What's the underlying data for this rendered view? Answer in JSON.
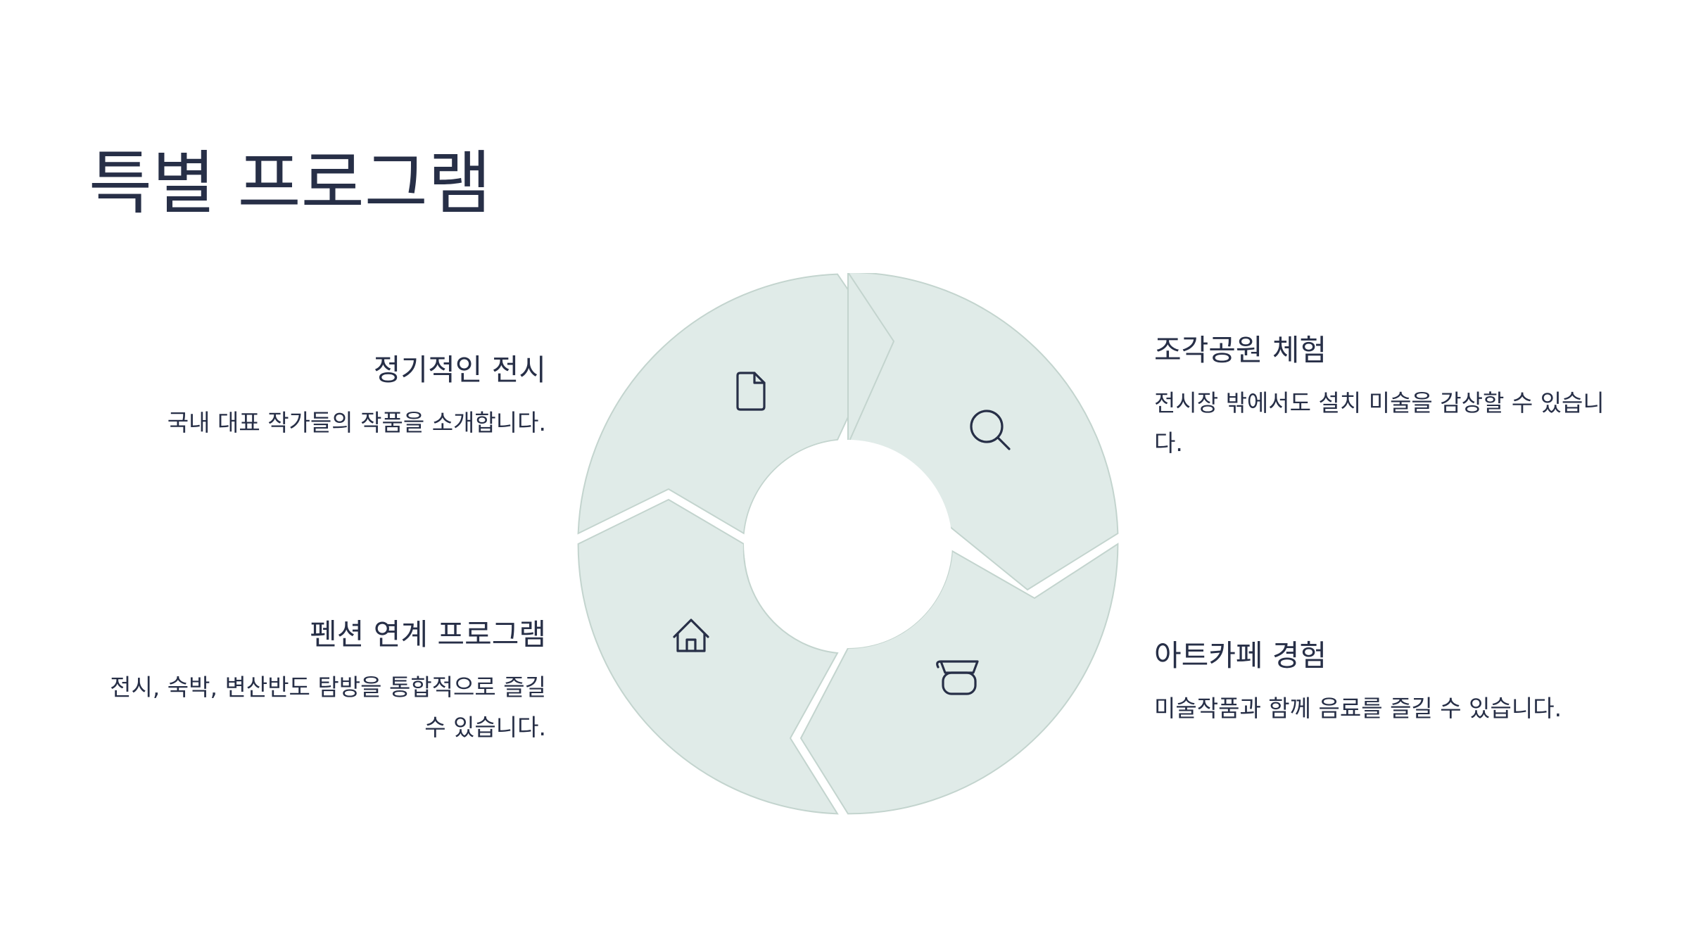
{
  "title": "특별 프로그램",
  "colors": {
    "text": "#272f47",
    "segment_fill": "#e0ebe8",
    "segment_stroke": "#c3d4ce",
    "background": "#ffffff"
  },
  "items": [
    {
      "title": "정기적인 전시",
      "description": "국내 대표 작가들의 작품을 소개합니다.",
      "icon": "document-icon"
    },
    {
      "title": "조각공원 체험",
      "description": "전시장 밖에서도 설치 미술을 감상할 수 있습니다.",
      "icon": "search-icon"
    },
    {
      "title": "펜션 연계 프로그램",
      "description": "전시, 숙박, 변산반도 탐방을 통합적으로 즐길 수 있습니다.",
      "icon": "home-icon"
    },
    {
      "title": "아트카페 경험",
      "description": "미술작품과 함께 음료를 즐길 수 있습니다.",
      "icon": "cup-icon"
    }
  ]
}
